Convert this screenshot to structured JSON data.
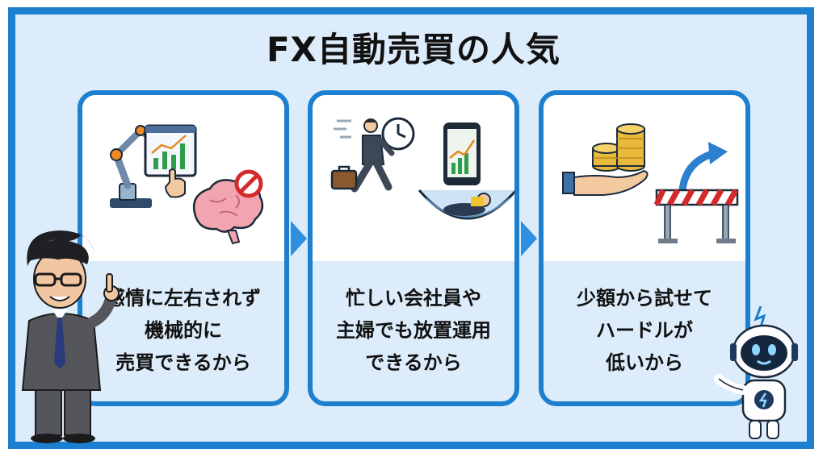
{
  "title": "FX自動売買の人気",
  "cards": [
    {
      "lines": [
        "感情に左右されず",
        "機械的に",
        "売買できるから"
      ]
    },
    {
      "lines": [
        "忙しい会社員や",
        "主婦でも放置運用",
        "できるから"
      ]
    },
    {
      "lines": [
        "少額から試せて",
        "ハードルが",
        "低いから"
      ]
    }
  ],
  "icons": {
    "card1": [
      "robot-arm-icon",
      "chart-screen-icon",
      "pointing-hand-icon",
      "brain-icon",
      "prohibited-icon"
    ],
    "card2": [
      "running-businessman-icon",
      "clock-icon",
      "briefcase-icon",
      "smartphone-chart-icon",
      "hammock-person-icon"
    ],
    "card3": [
      "coin-stack-icon",
      "open-hand-icon",
      "hurdle-barrier-icon",
      "curved-arrow-icon"
    ]
  },
  "characters": [
    "businessman-mascot",
    "robot-mascot"
  ],
  "colors": {
    "frame": "#1c7fd0",
    "background": "#dcecfa",
    "text": "#111111",
    "arrow": "#2d8fe0"
  }
}
